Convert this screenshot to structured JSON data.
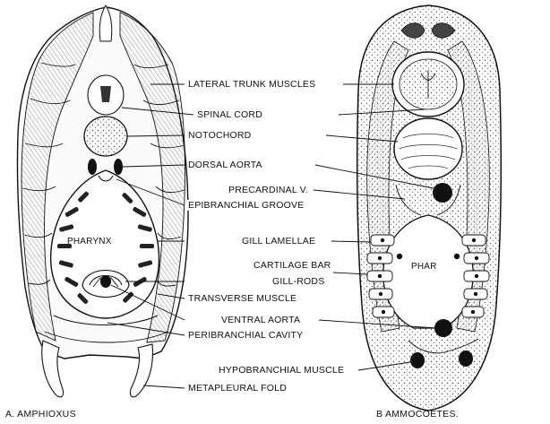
{
  "captions": {
    "amphioxus": "A. AMPHIOXUS",
    "ammocoetes": "B AMMOCOETES."
  },
  "labels": {
    "lateral_trunk_muscles": "LATERAL TRUNK MUSCLES",
    "spinal_cord": "SPINAL CORD",
    "notochord": "NOTOCHORD",
    "dorsal_aorta": "DORSAL AORTA",
    "precardinal_v": "PRECARDINAL V.",
    "epibranchial_groove": "EPIBRANCHIAL GROOVE",
    "pharynx": "PHARYNX",
    "gill_lamellae": "GILL LAMELLAE",
    "cartilage_bar": "CARTILAGE BAR",
    "phar": "PHAR",
    "gill_rods": "GILL-RODS",
    "transverse_muscle": "TRANSVERSE MUSCLE",
    "ventral_aorta": "VENTRAL AORTA",
    "peribranchial_cavity": "PERIBRANCHIAL CAVITY",
    "hypobranchial_muscle": "HYPOBRANCHIAL MUSCLE",
    "metapleural_fold": "METAPLEURAL FOLD"
  },
  "colors": {
    "ink": "#111111",
    "background": "#ffffff"
  }
}
